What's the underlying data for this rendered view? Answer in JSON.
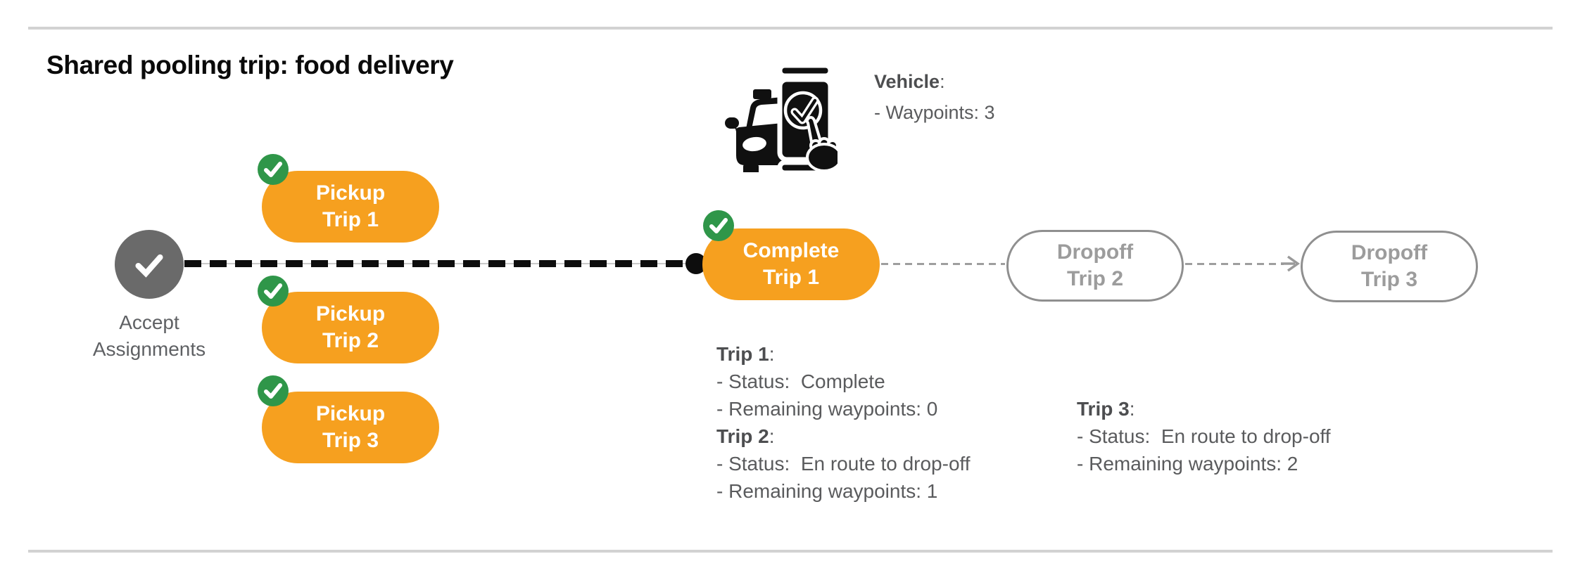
{
  "title": "Shared pooling trip: food delivery",
  "vehicle_panel": {
    "icon": "car-phone-check-icon",
    "label": "Vehicle",
    "label_suffix": ":",
    "waypoints_line": "- Waypoints: 3"
  },
  "flow": {
    "start": {
      "icon": "check-icon",
      "label_line1": "Accept",
      "label_line2": "Assignments"
    },
    "pickups": [
      {
        "badge_icon": "check-badge-icon",
        "line1": "Pickup",
        "line2": "Trip 1"
      },
      {
        "badge_icon": "check-badge-icon",
        "line1": "Pickup",
        "line2": "Trip 2"
      },
      {
        "badge_icon": "check-badge-icon",
        "line1": "Pickup",
        "line2": "Trip 3"
      }
    ],
    "complete": {
      "badge_icon": "check-badge-icon",
      "line1": "Complete",
      "line2": "Trip 1"
    },
    "dropoffs": [
      {
        "line1": "Dropoff",
        "line2": "Trip 2"
      },
      {
        "line1": "Dropoff",
        "line2": "Trip 3"
      }
    ],
    "arrow_icon": "arrow-right-icon"
  },
  "status_blocks": [
    {
      "entries": [
        {
          "name": "Trip 1",
          "suffix": ":",
          "lines": [
            "- Status:  Complete",
            "- Remaining waypoints: 0"
          ]
        },
        {
          "name": "Trip 2",
          "suffix": ":",
          "lines": [
            "- Status:  En route to drop-off",
            "- Remaining waypoints: 1"
          ]
        }
      ]
    },
    {
      "entries": [
        {
          "name": "Trip 3",
          "suffix": ":",
          "lines": [
            "- Status:  En route to drop-off",
            "- Remaining waypoints: 2"
          ]
        }
      ]
    }
  ],
  "colors": {
    "accent_orange": "#F6A01F",
    "accent_green": "#2F9649",
    "node_gray": "#6A6A6A",
    "outline_gray": "#8F8F8F",
    "text_gray": "#5A5B5D",
    "rule_gray": "#D2D2D2",
    "route_black": "#0D0D0D"
  }
}
